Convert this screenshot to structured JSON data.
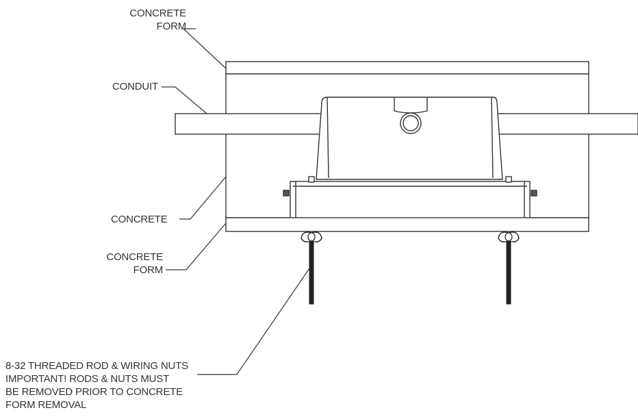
{
  "labels": {
    "concrete_form_top": [
      "CONCRETE",
      "FORM"
    ],
    "conduit": "CONDUIT",
    "concrete": "CONCRETE",
    "concrete_form_bottom": [
      "CONCRETE",
      "FORM"
    ],
    "note": [
      "8-32 THREADED ROD & WIRING NUTS",
      "IMPORTANT! RODS & NUTS MUST",
      "BE REMOVED PRIOR TO CONCRETE",
      "FORM REMOVAL"
    ]
  },
  "colors": {
    "line": "#333333",
    "fill": "#ffffff",
    "rod": "#222222"
  }
}
